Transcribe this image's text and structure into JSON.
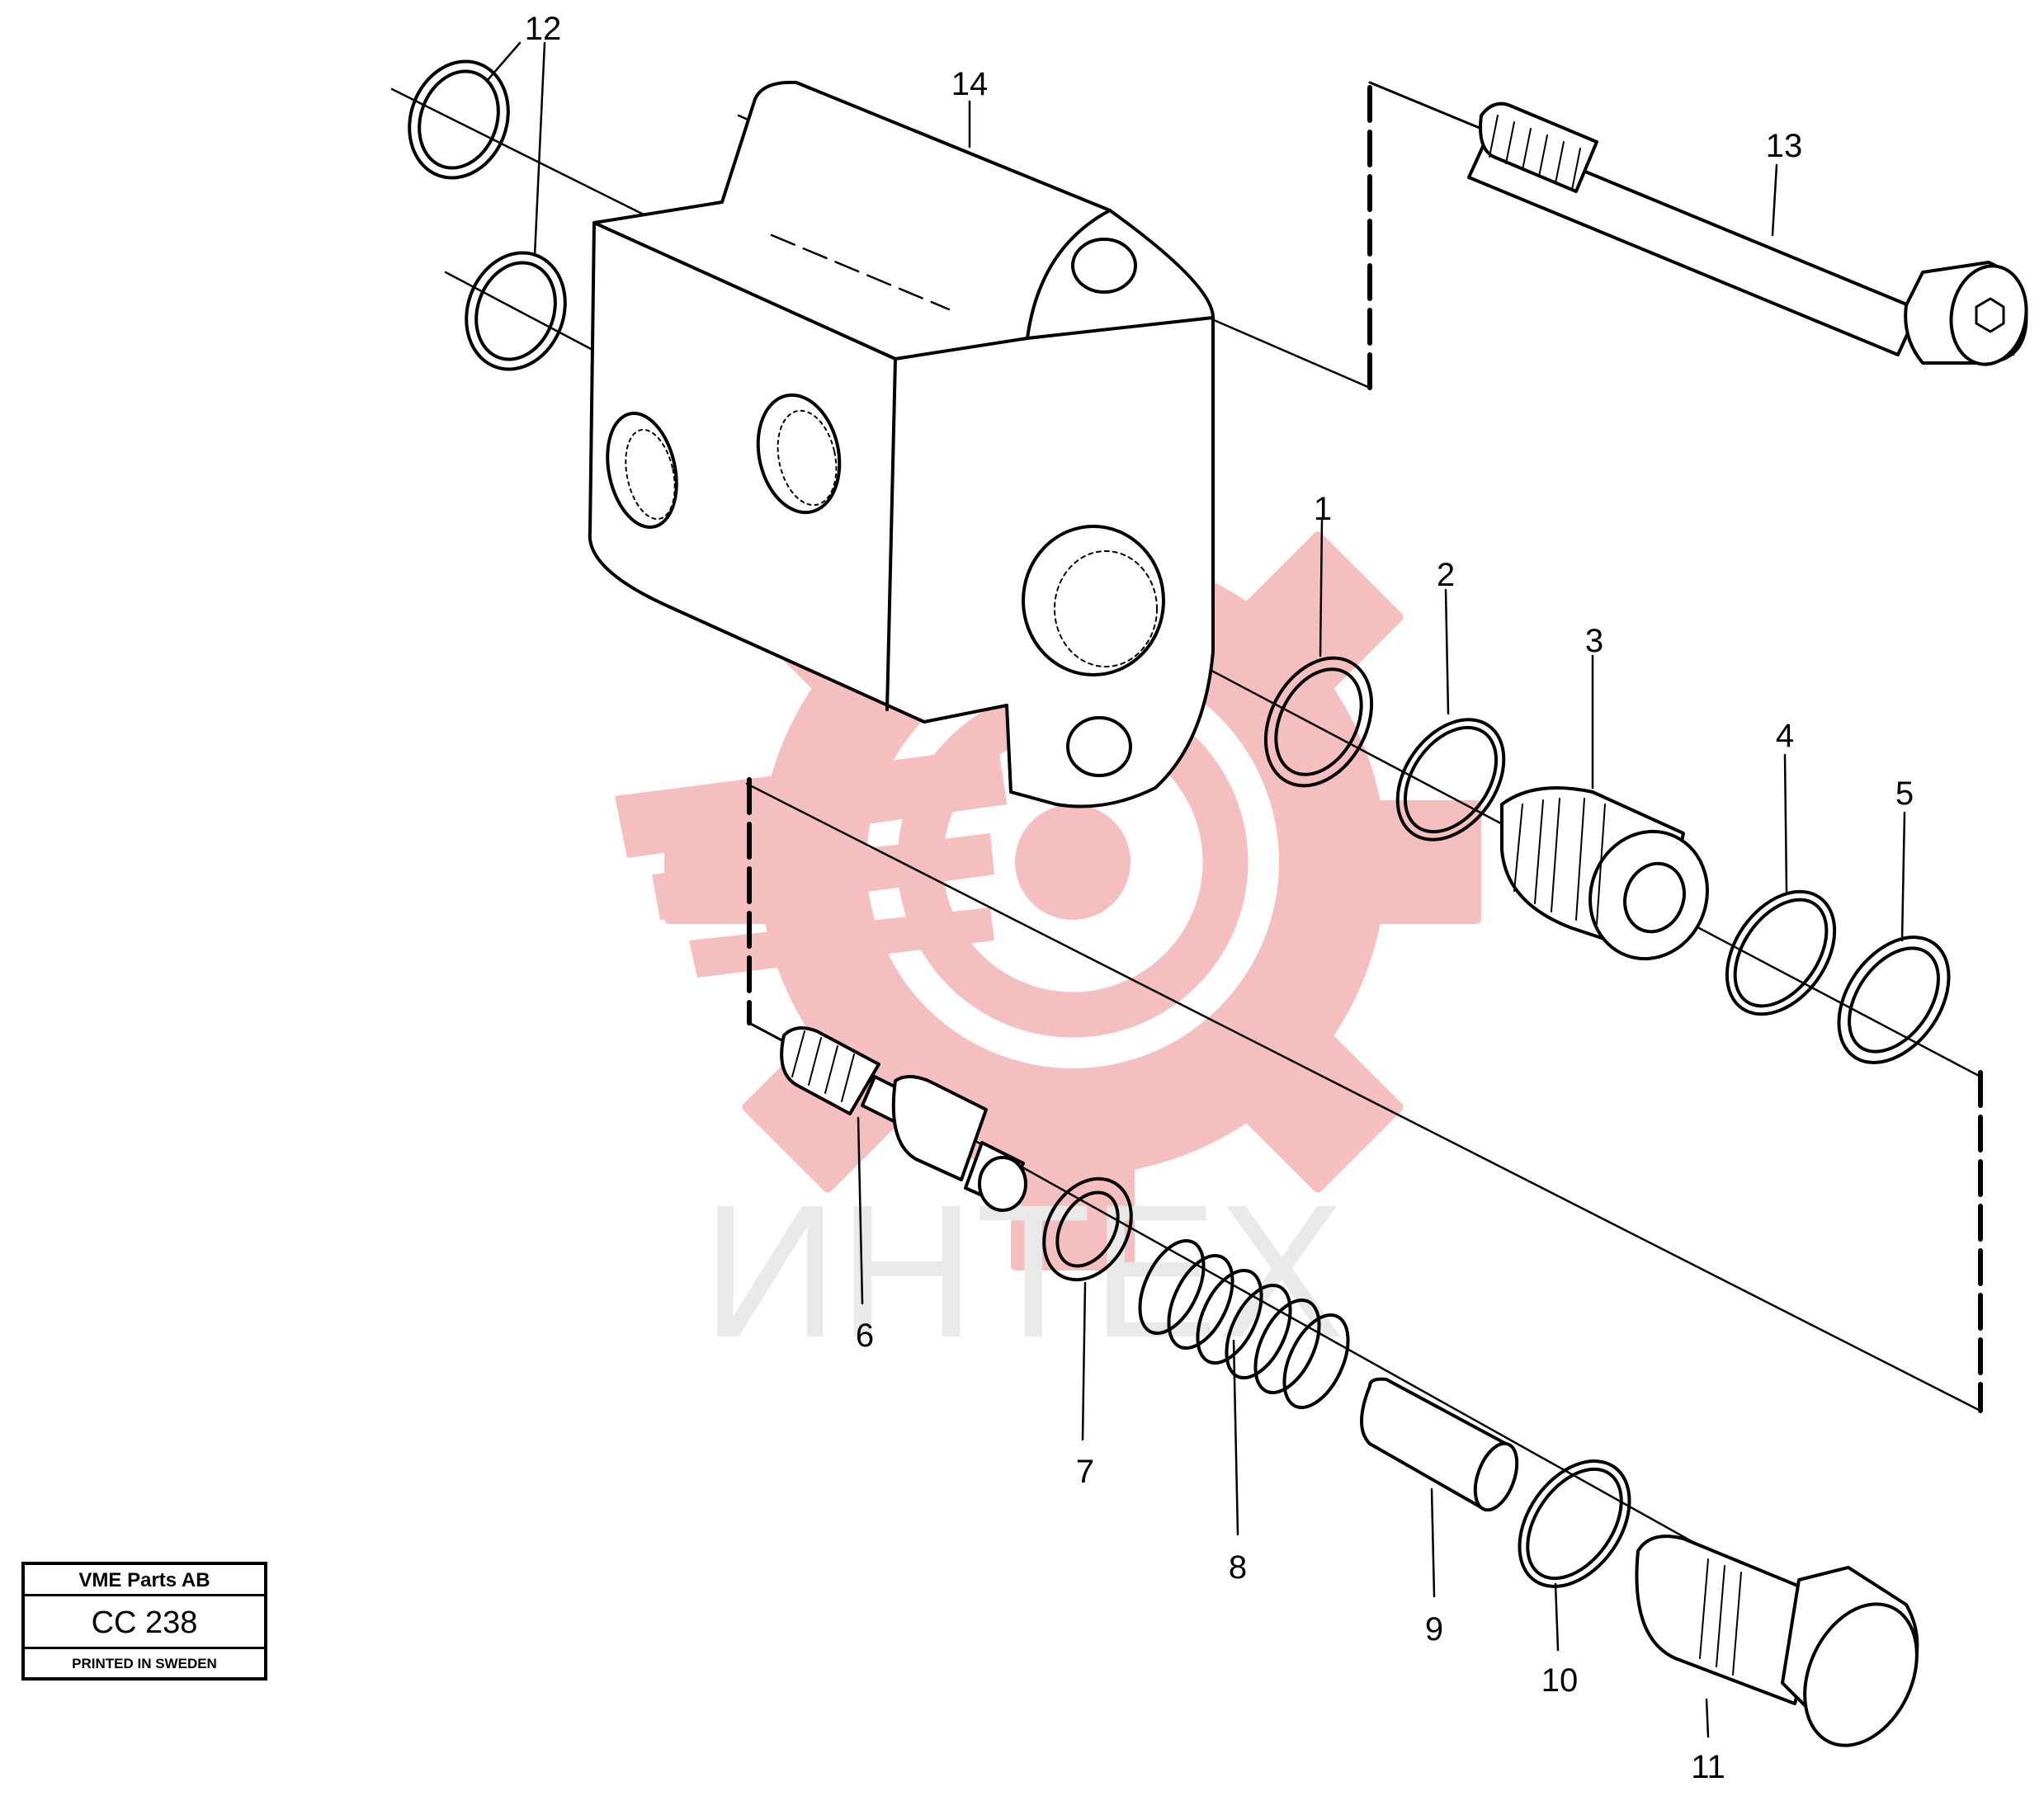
{
  "stamp": {
    "company": "VME Parts AB",
    "code": "CC 238",
    "printed": "PRINTED IN SWEDEN"
  },
  "watermark": {
    "text": "ИНТЕХ",
    "gear_color": "#f4b8b8",
    "text_color": "#e9e9e9"
  },
  "callouts": [
    {
      "id": "1",
      "label": "1"
    },
    {
      "id": "2",
      "label": "2"
    },
    {
      "id": "3",
      "label": "3"
    },
    {
      "id": "4",
      "label": "4"
    },
    {
      "id": "5",
      "label": "5"
    },
    {
      "id": "6",
      "label": "6"
    },
    {
      "id": "7",
      "label": "7"
    },
    {
      "id": "8",
      "label": "8"
    },
    {
      "id": "9",
      "label": "9"
    },
    {
      "id": "10",
      "label": "10"
    },
    {
      "id": "11",
      "label": "11"
    },
    {
      "id": "12",
      "label": "12"
    },
    {
      "id": "13",
      "label": "13"
    },
    {
      "id": "14",
      "label": "14"
    }
  ]
}
